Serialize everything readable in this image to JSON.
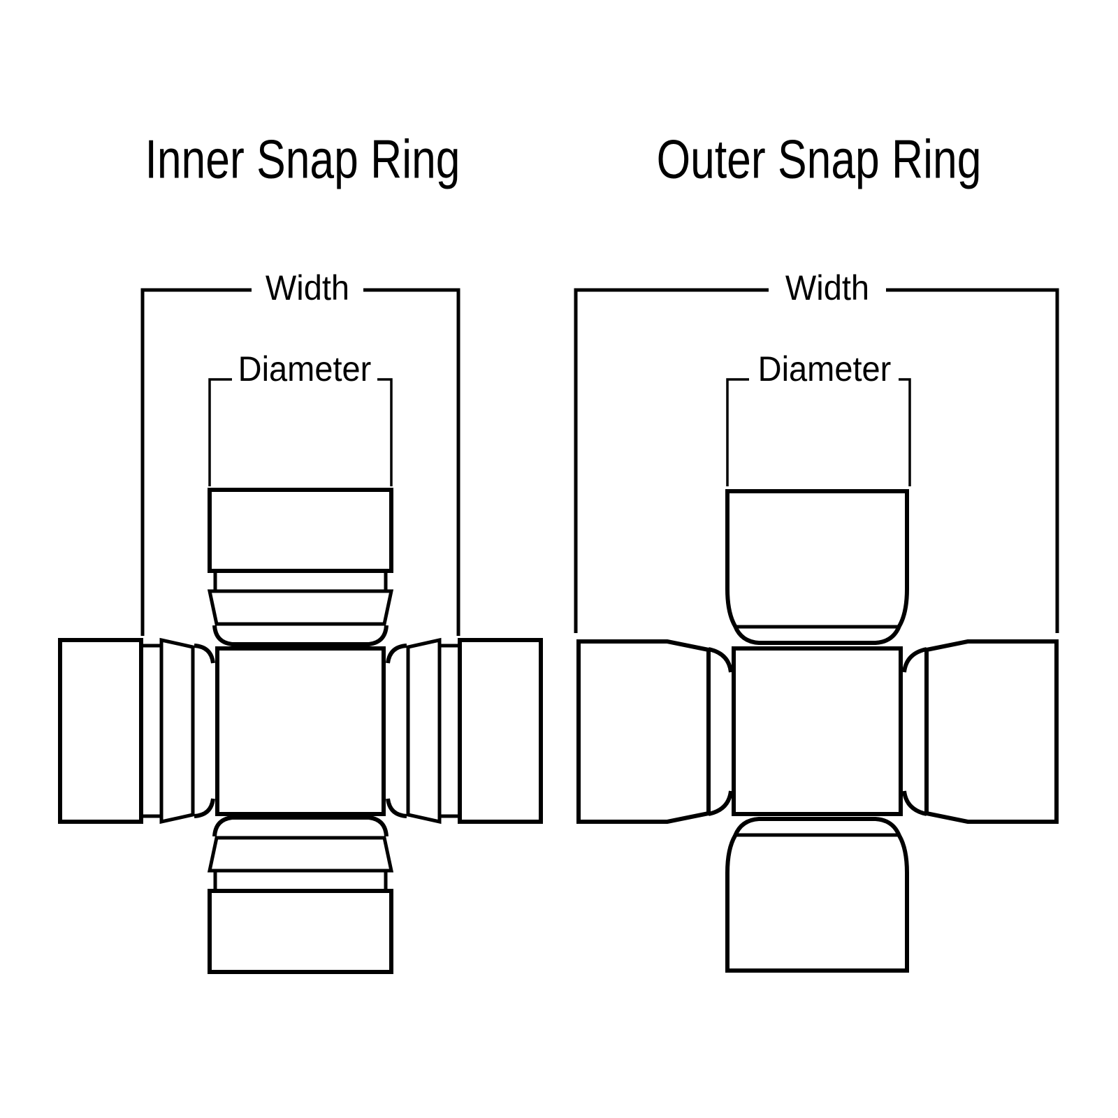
{
  "page": {
    "background": "#ffffff",
    "line_color": "#000000",
    "text_color": "#000000"
  },
  "diagrams": [
    {
      "id": "inner-snap-ring",
      "title": "Inner Snap Ring",
      "labels": {
        "width": "Width",
        "diameter": "Diameter"
      }
    },
    {
      "id": "outer-snap-ring",
      "title": "Outer Snap Ring",
      "labels": {
        "width": "Width",
        "diameter": "Diameter"
      }
    }
  ]
}
